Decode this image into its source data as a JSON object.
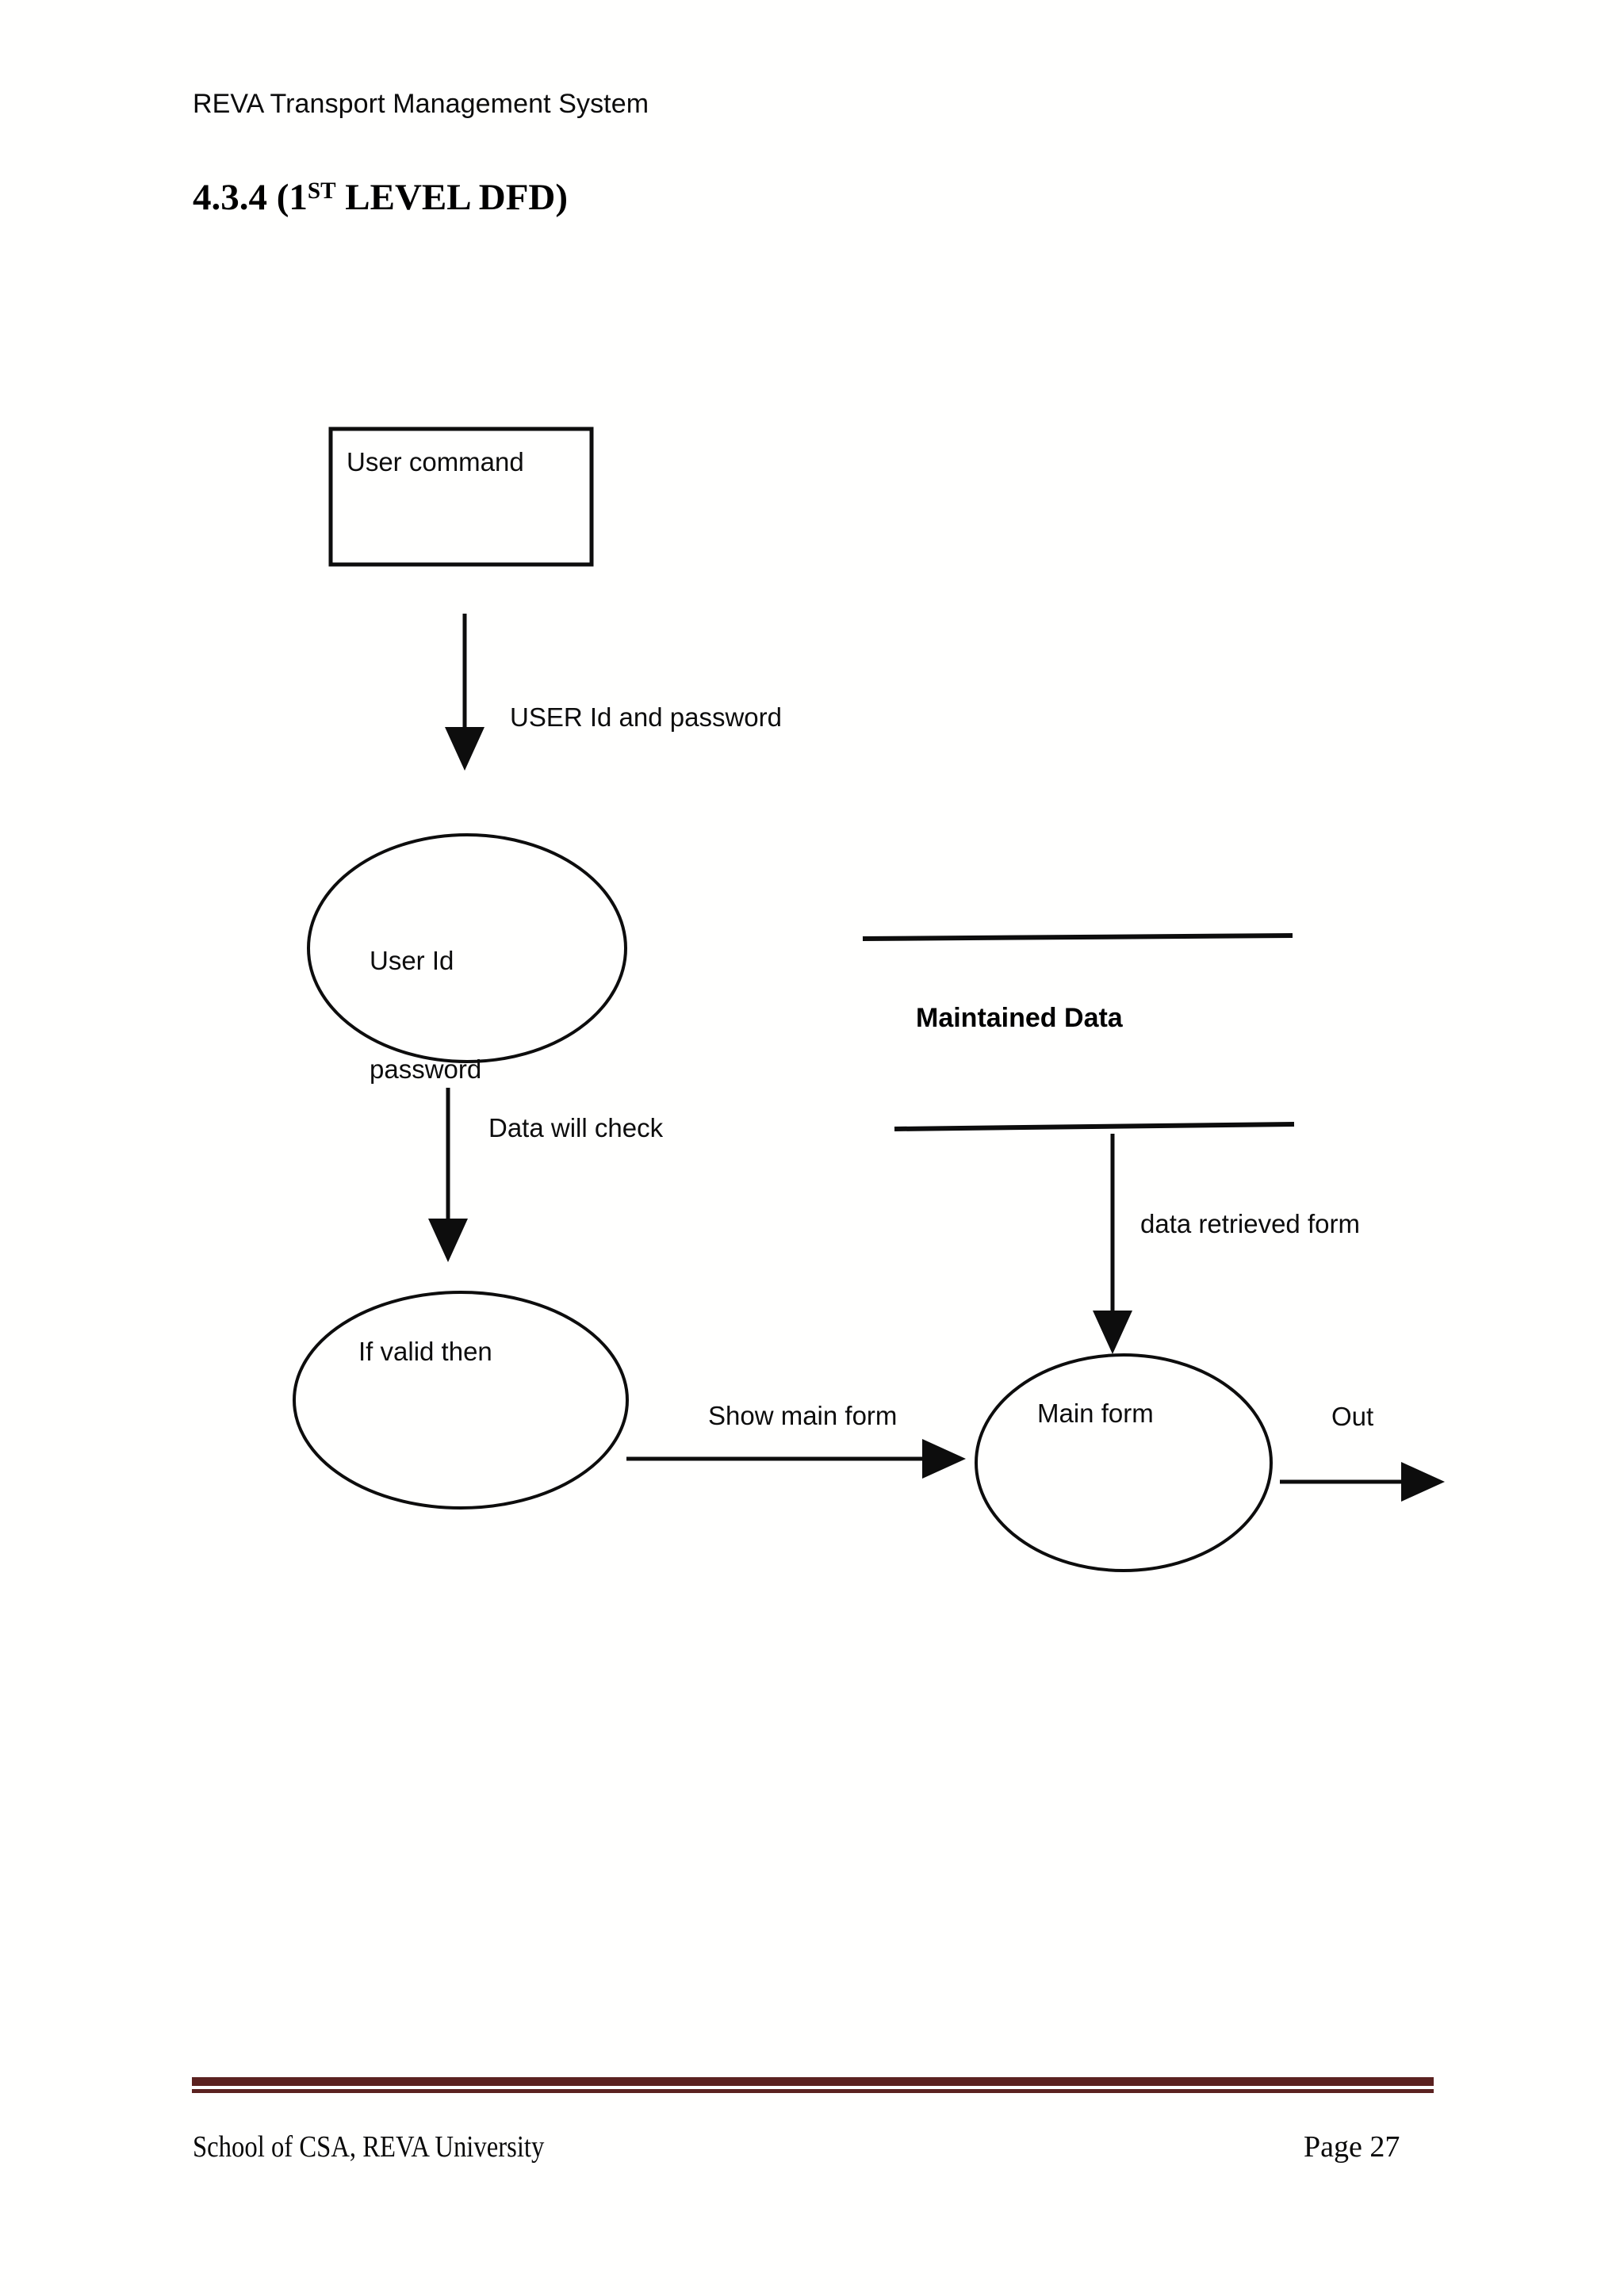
{
  "document": {
    "running_header": "REVA Transport Management System",
    "section_number": "4.3.4 (1",
    "section_sup": "ST",
    "section_rest": " LEVEL DFD)"
  },
  "diagram": {
    "title": "1st Level DFD",
    "nodes": {
      "user_command": "User command",
      "userid_password_line1": "User Id",
      "userid_password_line2": "password",
      "if_valid_then": "If valid then",
      "main_form": "Main form",
      "data_store": "Maintained Data"
    },
    "flows": {
      "user_id_and_password": "USER Id and password",
      "data_will_check": "Data will check",
      "show_main_form": "Show main form",
      "data_retrieved_form": "data retrieved form",
      "out": "Out"
    }
  },
  "footer": {
    "left": "School of CSA, REVA University",
    "right": "Page 27"
  },
  "colors": {
    "stroke": "#0d0d0d",
    "footer_rule": "#5b2220",
    "page_background": "#fffffe",
    "text": "#0c0c0c"
  }
}
